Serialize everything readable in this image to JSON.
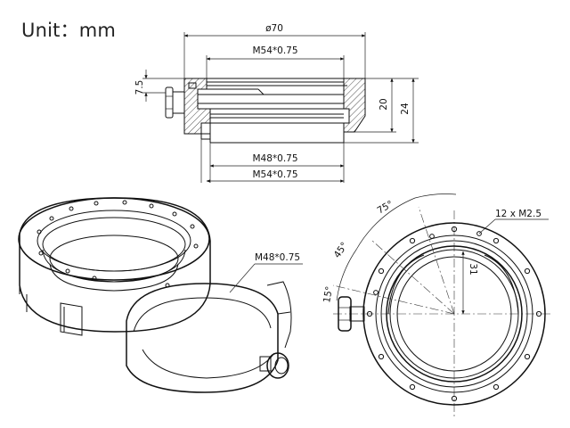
{
  "unit_label": "Unit：mm",
  "section_view": {
    "diameter_outer": "ø70",
    "thread_top": "M54*0.75",
    "thread_bottom_inner": "M48*0.75",
    "thread_bottom_outer": "M54*0.75",
    "height_knob": "7.5",
    "height_body": "20",
    "height_total": "24"
  },
  "iso_view": {
    "thread_label": "M48*0.75"
  },
  "front_view": {
    "holes_label": "12 x M2.5",
    "angle_75": "75°",
    "angle_45": "45°",
    "angle_15": "15°",
    "dim_31": "31"
  }
}
